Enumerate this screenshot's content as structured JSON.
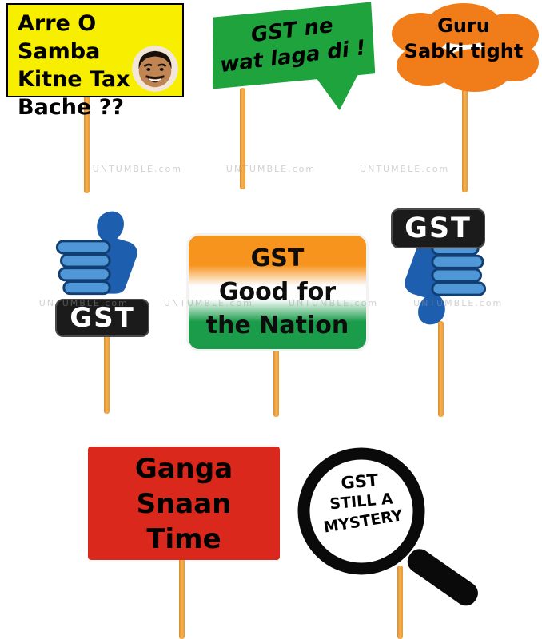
{
  "watermark": {
    "row1": "UNTUMBLE.com          UNTUMBLE.com          UNTUMBLE.com",
    "row2": "UNTUMBLE.com        UNTUMBLE.com        UNTUMBLE.com        UNTUMBLE.com"
  },
  "colors": {
    "stick": "#f0a338",
    "badge_bg": "#1b1b1b",
    "badge_text": "#ffffff",
    "yellow_sign_bg": "#f8ee00",
    "green_bubble_bg": "#1fa33c",
    "orange_cloud_bg": "#f07d1a",
    "red_sign_bg": "#da291c",
    "flag_saffron": "#f7941d",
    "flag_white": "#ffffff",
    "flag_green": "#1a9c4b",
    "thumb_dark_blue": "#1d5fae",
    "thumb_light_blue": "#4f97d6"
  },
  "props": {
    "samba_sign": {
      "line1": "Arre O Samba",
      "line2": "Kitne Tax",
      "line3": "Bache ??"
    },
    "gst_bubble": {
      "line1": "GST ne",
      "line2": "wat laga di !"
    },
    "guru_cloud": {
      "line1": "Guru",
      "line2": "Sabki tight"
    },
    "thumbs_up_badge": {
      "label": "GST"
    },
    "flag_sign": {
      "line1": "GST",
      "line2": "Good for",
      "line3": "the Nation"
    },
    "thumbs_down_badge": {
      "label": "GST"
    },
    "ganga_sign": {
      "line1": "Ganga",
      "line2": "Snaan",
      "line3": "Time"
    },
    "magnifier": {
      "line1": "GST",
      "line2": "STILL A",
      "line3": "MYSTERY"
    }
  }
}
